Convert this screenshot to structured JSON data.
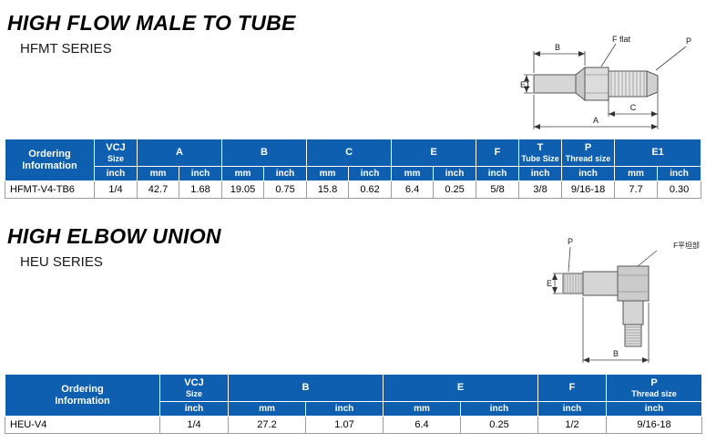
{
  "section1": {
    "title": "HIGH FLOW MALE TO TUBE",
    "series": "HFMT SERIES"
  },
  "section2": {
    "title": "HIGH ELBOW UNION",
    "series": "HEU SERIES"
  },
  "diagram1": {
    "b": "B",
    "f_flat": "F flat",
    "p": "P",
    "e1": "E1",
    "c": "C",
    "a": "A"
  },
  "diagram2": {
    "p": "P",
    "f_flat": "F平坦部",
    "e": "E",
    "b": "B"
  },
  "table1": {
    "ordering": "Ordering Information",
    "vcj": {
      "label": "VCJ",
      "sublabel": "Size",
      "unit": "inch"
    },
    "a": {
      "label": "A",
      "u1": "mm",
      "u2": "inch"
    },
    "b": {
      "label": "B",
      "u1": "mm",
      "u2": "inch"
    },
    "c": {
      "label": "C",
      "u1": "mm",
      "u2": "inch"
    },
    "e": {
      "label": "E",
      "u1": "mm",
      "u2": "inch"
    },
    "f": {
      "label": "F",
      "unit": "inch"
    },
    "t": {
      "label": "T",
      "sublabel": "Tube Size",
      "unit": "inch"
    },
    "p": {
      "label": "P",
      "sublabel": "Thread size",
      "unit": "inch"
    },
    "e1": {
      "label": "E1",
      "u1": "mm",
      "u2": "inch"
    },
    "row": {
      "part": "HFMT-V4-TB6",
      "vcj": "1/4",
      "a_mm": "42.7",
      "a_in": "1.68",
      "b_mm": "19.05",
      "b_in": "0.75",
      "c_mm": "15.8",
      "c_in": "0.62",
      "e_mm": "6.4",
      "e_in": "0.25",
      "f": "5/8",
      "t": "3/8",
      "p": "9/16-18",
      "e1_mm": "7.7",
      "e1_in": "0.30"
    }
  },
  "table2": {
    "ordering": "Ordering Information",
    "vcj": {
      "label": "VCJ",
      "sublabel": "Size",
      "unit": "inch"
    },
    "b": {
      "label": "B",
      "u1": "mm",
      "u2": "inch"
    },
    "e": {
      "label": "E",
      "u1": "mm",
      "u2": "inch"
    },
    "f": {
      "label": "F",
      "unit": "inch"
    },
    "p": {
      "label": "P",
      "sublabel": "Thread size",
      "unit": "inch"
    },
    "row": {
      "part": "HEU-V4",
      "vcj": "1/4",
      "b_mm": "27.2",
      "b_in": "1.07",
      "e_mm": "6.4",
      "e_in": "0.25",
      "f": "1/2",
      "p": "9/16-18"
    }
  }
}
